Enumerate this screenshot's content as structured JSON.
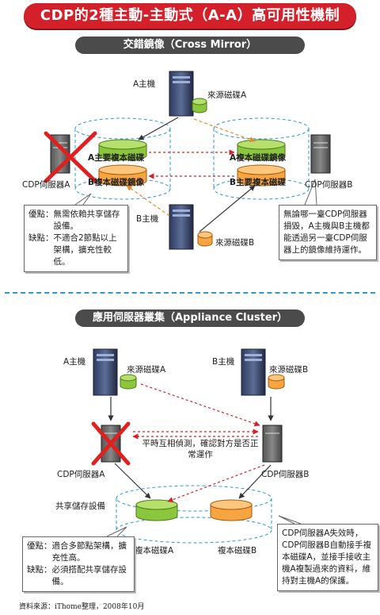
{
  "title": "CDP的2種主動-主動式（A-A）高可用性機制",
  "top": {
    "header": "交錯鏡像（Cross Mirror）",
    "host_a": "A主機",
    "src_disk_a": "來源磁碟A",
    "host_b": "B主機",
    "src_disk_b": "來源磁碟B",
    "server_a": "CDP伺服器A",
    "server_b": "CDP伺服器B",
    "disk_a_primary": "A主要複本磁碟",
    "disk_b_mirror": "B複本磁碟鏡像",
    "disk_a_mirror": "A複本磁碟鏡像",
    "disk_b_primary": "B主要複本磁碟",
    "note_left": {
      "pro_label": "優點：",
      "pro_text": "無需依賴共享儲存設備。",
      "con_label": "缺點：",
      "con_text": "不適合2節點以上架構，擴充性較低。"
    },
    "note_right": "無論哪一臺CDP伺服器損毀，A主機與B主機都能透過另一臺CDP伺服器上的鏡像維持運作。"
  },
  "bottom": {
    "header": "應用伺服器叢集（Appliance Cluster）",
    "host_a": "A主機",
    "src_disk_a": "來源磁碟A",
    "host_b": "B主機",
    "src_disk_b": "來源磁碟B",
    "server_a": "CDP伺服器A",
    "server_b": "CDP伺服器B",
    "heartbeat": "平時互相偵測，確認對方是否正常運作",
    "shared_storage": "共享儲存設備",
    "replica_a": "複本磁碟A",
    "replica_b": "複本磁碟B",
    "note_left": {
      "pro_label": "優點：",
      "pro_text": "適合多節點架構，擴充性高。",
      "con_label": "缺點：",
      "con_text": "必須搭配共享儲存設備。"
    },
    "note_right": "CDP伺服器A失效時，CDP伺服器B自動接手複本磁碟A，並接手接收主機A複製過來的資料，維持對主機A的保護。"
  },
  "source": "資料來源：iThome整理，2008年10月",
  "colors": {
    "banner": "#d4202a",
    "green_disk": "#8cc63f",
    "orange_disk": "#f7a443",
    "cluster_ring": "#2a9ad1",
    "cross": "#e0201f"
  }
}
